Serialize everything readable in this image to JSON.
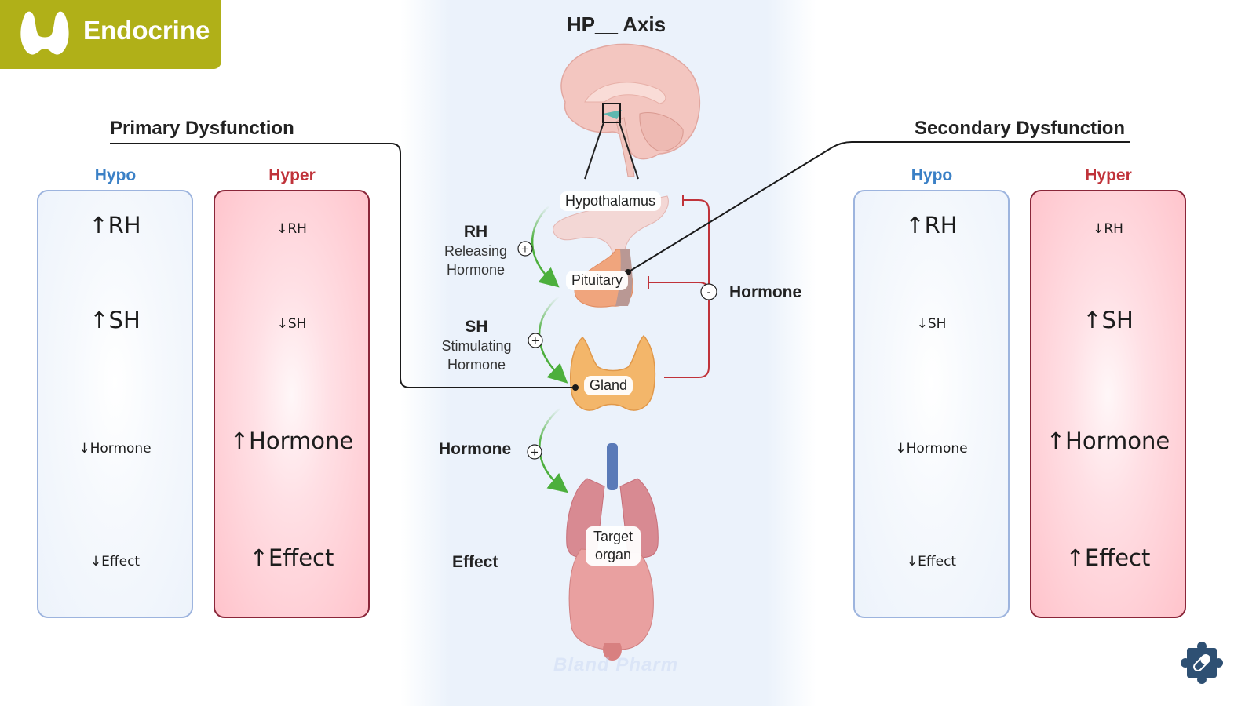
{
  "badge": {
    "label": "Endocrine",
    "icon": "thyroid-icon",
    "color": "#b0b018"
  },
  "axis": {
    "title": "HP__ Axis",
    "nodes": {
      "hypothalamus": "Hypothalamus",
      "pituitary": "Pituitary",
      "gland": "Gland",
      "target": "Target organ"
    },
    "signals": {
      "rh": {
        "abbr": "RH",
        "line1": "Releasing",
        "line2": "Hormone",
        "sign": "+"
      },
      "sh": {
        "abbr": "SH",
        "line1": "Stimulating",
        "line2": "Hormone",
        "sign": "+"
      },
      "hormone": {
        "label": "Hormone",
        "sign": "+"
      },
      "effect": {
        "label": "Effect"
      },
      "feedback": {
        "label": "Hormone",
        "sign": "-"
      }
    },
    "watermark": "Bland    Pharm"
  },
  "primary": {
    "title": "Primary Dysfunction",
    "hypo": {
      "label": "Hypo",
      "items": [
        "↑RH",
        "↑SH",
        "↓Hormone",
        "↓Effect"
      ]
    },
    "hyper": {
      "label": "Hyper",
      "items": [
        "↓RH",
        "↓SH",
        "↑Hormone",
        "↑Effect"
      ]
    }
  },
  "secondary": {
    "title": "Secondary Dysfunction",
    "hypo": {
      "label": "Hypo",
      "items": [
        "↑RH",
        "↓SH",
        "↓Hormone",
        "↓Effect"
      ]
    },
    "hyper": {
      "label": "Hyper",
      "items": [
        "↓RH",
        "↑SH",
        "↑Hormone",
        "↑Effect"
      ]
    }
  },
  "colors": {
    "hypo": "#3a80c6",
    "hyper": "#c0333a",
    "stimulate": "#4caf3c",
    "inhibit": "#c0333a"
  },
  "logo": {
    "icon": "puzzle-pill-icon"
  }
}
